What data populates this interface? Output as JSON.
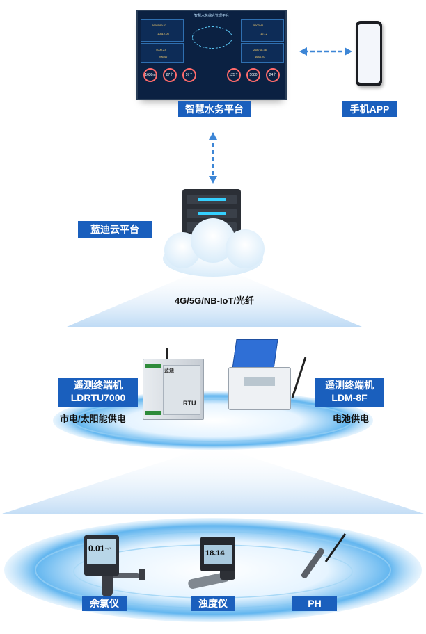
{
  "platform": {
    "dashboard_title": "智慧水务综合管理平台",
    "kpis": [
      "2692599.52",
      "10812.05",
      "4000.23",
      "206.40",
      "5603.41",
      "12.12",
      "268718.36",
      "1644.20"
    ],
    "rings": [
      "1630m",
      "87个",
      "57个",
      "125个",
      "5080",
      "24个"
    ],
    "label": "智慧水务平台"
  },
  "app": {
    "label": "手机APP"
  },
  "cloud": {
    "label": "蓝迪云平台",
    "network_label": "4G/5G/NB-IoT/光纤"
  },
  "terminals": {
    "left": {
      "title": "遥测终端机",
      "model": "LDRTU7000",
      "power": "市电/太阳能供电",
      "brand": "蓝迪",
      "mark": "RTU"
    },
    "right": {
      "title": "遥测终端机",
      "model": "LDM-8F",
      "power": "电池供电"
    }
  },
  "sensors": [
    {
      "label": "余氯仪",
      "reading": "0.01",
      "unit": "mg/L"
    },
    {
      "label": "浊度仪",
      "reading": "18.14"
    },
    {
      "label": "PH"
    }
  ],
  "colors": {
    "label_bg": "#1a5fbd",
    "arrow": "#3d86d6",
    "beam": "#9fc7ee"
  }
}
